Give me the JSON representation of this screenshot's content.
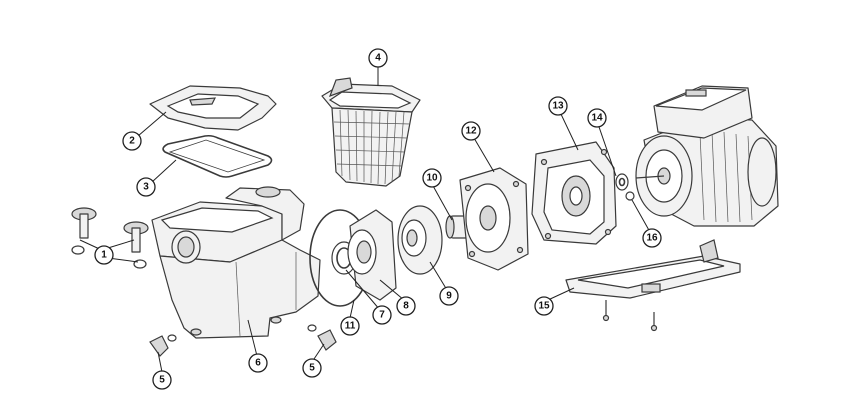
{
  "callouts": [
    {
      "id": "1",
      "label": "1"
    },
    {
      "id": "2",
      "label": "2"
    },
    {
      "id": "3",
      "label": "3"
    },
    {
      "id": "4",
      "label": "4"
    },
    {
      "id": "5a",
      "label": "5"
    },
    {
      "id": "5b",
      "label": "5"
    },
    {
      "id": "6",
      "label": "6"
    },
    {
      "id": "7",
      "label": "7"
    },
    {
      "id": "8",
      "label": "8"
    },
    {
      "id": "9",
      "label": "9"
    },
    {
      "id": "10",
      "label": "10"
    },
    {
      "id": "11",
      "label": "11"
    },
    {
      "id": "12",
      "label": "12"
    },
    {
      "id": "13",
      "label": "13"
    },
    {
      "id": "14",
      "label": "14"
    },
    {
      "id": "15",
      "label": "15"
    },
    {
      "id": "16",
      "label": "16"
    }
  ]
}
